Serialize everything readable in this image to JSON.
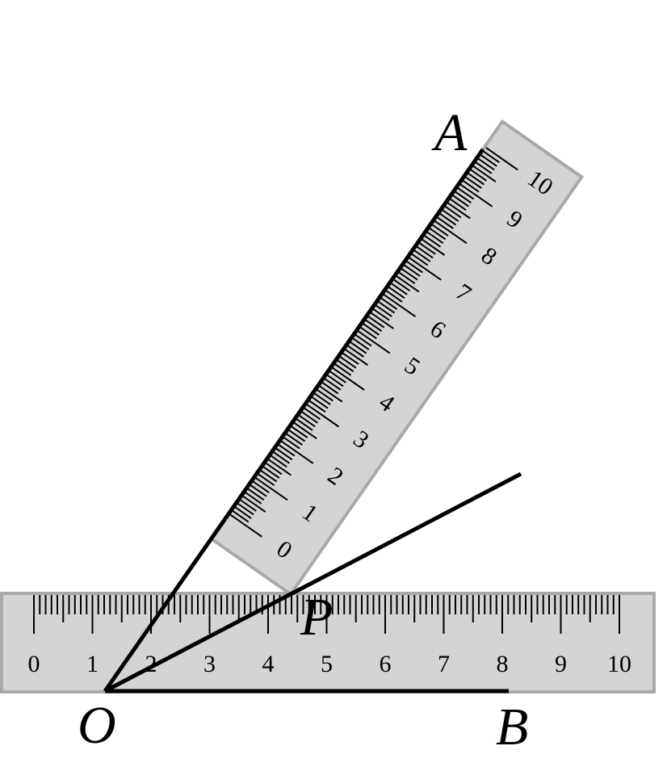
{
  "diagram": {
    "points": {
      "O": "O",
      "A": "A",
      "B": "B",
      "P": "P"
    },
    "horizontal_ruler": {
      "numbers": [
        "0",
        "1",
        "2",
        "3",
        "4",
        "5",
        "6",
        "7",
        "8",
        "9",
        "10"
      ]
    },
    "tilted_ruler": {
      "numbers": [
        "0",
        "1",
        "2",
        "3",
        "4",
        "5",
        "6",
        "7",
        "8",
        "9",
        "10"
      ]
    },
    "colors": {
      "ruler_fill": "#d4d4d4",
      "ruler_edge": "#a9a9a9",
      "ink": "#000000"
    }
  }
}
